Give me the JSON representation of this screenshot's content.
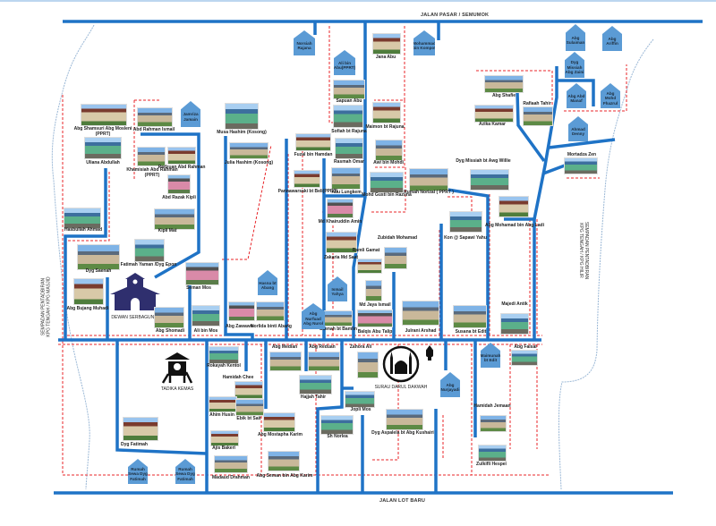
{
  "roads": {
    "top": "JALAN PASAR / SEMUMOK",
    "bottom": "JALAN LOT BARU"
  },
  "boundaries": {
    "left": [
      "SEMPADAN PENTADBIRAN",
      "KPG TENGAH / KPG MASJID"
    ],
    "right": [
      "SEMPADAN PENTADBIRAN",
      "KPG TENGAH / KPG HILIR"
    ]
  },
  "landmarks": {
    "dewan": "DEWAN SERBAGUNA",
    "tadika": "TADIKA KEMAS",
    "surau": "SURAU DARUL DAKWAH"
  },
  "colors": {
    "road": "#1f73c6",
    "boundary": "#e8262a",
    "plot_marker": "#5b9bd5",
    "river": "#9bb8d6",
    "landmark": "#2f2f6e"
  },
  "houses": [
    {
      "label": "Abg Shamsuri Abg Mosleni (PPRT)"
    },
    {
      "label": "Uliana Abdullah"
    },
    {
      "label": "Abd Rahman Ismail"
    },
    {
      "label": "Musa Hashim (Kosong)"
    },
    {
      "label": "Julia Hashim (Kosong)"
    },
    {
      "label": "Khamisiah Abd Rahman (PPRT)"
    },
    {
      "label": "Radzuan Abd Rahman"
    },
    {
      "label": "Abd Razak Kipli"
    },
    {
      "label": "Kipli Mat"
    },
    {
      "label": "Hasbullah Ahmad"
    },
    {
      "label": "Fatimah Yaman /Dyg Epon"
    },
    {
      "label": "Dyg Saenah"
    },
    {
      "label": "Abg Bujang Muhadi"
    },
    {
      "label": "Abg Shomadi"
    },
    {
      "label": "Seman Mos"
    },
    {
      "label": "Ali bin Mos"
    },
    {
      "label": "Abg Zawawie"
    },
    {
      "label": "Norlida binti Abang"
    },
    {
      "label": "Jana Abu"
    },
    {
      "label": "Sapuan Abu"
    },
    {
      "label": "Sofiah bt Rajuna"
    },
    {
      "label": "Maimon bt Rajuna"
    },
    {
      "label": "Fuzal bin Hamdan"
    },
    {
      "label": "Rasmah Omar"
    },
    {
      "label": "Awi bin Mohdi"
    },
    {
      "label": "Abu Lungkem"
    },
    {
      "label": "Pannawarsaki bt Beli(PPRT)"
    },
    {
      "label": "Mohd Gusti bin Razuna"
    },
    {
      "label": "Rumah Norizal ( PPRT )"
    },
    {
      "label": "Dyg Missiah bt Awg Willie"
    },
    {
      "label": "Md Khairuddin Amin"
    },
    {
      "label": "Zakaria Md Saat"
    },
    {
      "label": "Ramli Gamat"
    },
    {
      "label": "Zubidah Mohamad"
    },
    {
      "label": "Md Jaya Ismail"
    },
    {
      "label": "Saenah bt Bamlin"
    },
    {
      "label": "Balqis Abu Talip"
    },
    {
      "label": "Julrani Arshad"
    },
    {
      "label": "Kon @ Sapawi Yahu"
    },
    {
      "label": "Susana bt Edit"
    },
    {
      "label": "Abg Mohamad bin Abg Ladi"
    },
    {
      "label": "Majedi Antik"
    },
    {
      "label": "Abg Shafie"
    },
    {
      "label": "Azika Kamar"
    },
    {
      "label": "Rafiaah Tahir"
    },
    {
      "label": "Mortadza Zen"
    },
    {
      "label": "Rokayah Kentol"
    },
    {
      "label": "Hamidah Chee"
    },
    {
      "label": "Ahim Husin"
    },
    {
      "label": "Ebik bt Sait"
    },
    {
      "label": "Ajis Bakeri"
    },
    {
      "label": "Madaud Drahman"
    },
    {
      "label": "Abg Median"
    },
    {
      "label": "Abg Reduan"
    },
    {
      "label": "Zahora Ali"
    },
    {
      "label": "Hajjah Tahir"
    },
    {
      "label": "Jopli Mos"
    },
    {
      "label": "Abg Mostapha Karim"
    },
    {
      "label": "Sh Norlea"
    },
    {
      "label": "Abg Seman bin Abg Karim"
    },
    {
      "label": "Dyg Fatimah"
    },
    {
      "label": "Dyg Aspalela bt Abg Kushairi"
    },
    {
      "label": "Abg Faisal"
    },
    {
      "label": "Hamidah Jemaan"
    },
    {
      "label": "Zulkifli Hespei"
    }
  ],
  "plots": [
    {
      "label": "Jamriza Jamain"
    },
    {
      "label": "Norsiah Rajana"
    },
    {
      "label": "Ali bin Abu(PPRT)"
    },
    {
      "label": "Mohammad bin Kompot"
    },
    {
      "label": "Hasna bt Abang"
    },
    {
      "label": "Ismail Yahya"
    },
    {
      "label": "Abg Nurfuad Abg Nurol"
    },
    {
      "label": "Abg Sulaiman"
    },
    {
      "label": "Abg Ariffin"
    },
    {
      "label": "Dyg Missiah Abg Zaini"
    },
    {
      "label": "Abg Abd Manaf"
    },
    {
      "label": "Abg Mohd Fhazrul"
    },
    {
      "label": "Ahmad Denny"
    },
    {
      "label": "Rumah Sewa Dyg Fatimah"
    },
    {
      "label": "Rumah Sewa Dyg Fatimah"
    },
    {
      "label": "Abg Nurjayadi"
    },
    {
      "label": "Maimunah bt Edit"
    }
  ]
}
